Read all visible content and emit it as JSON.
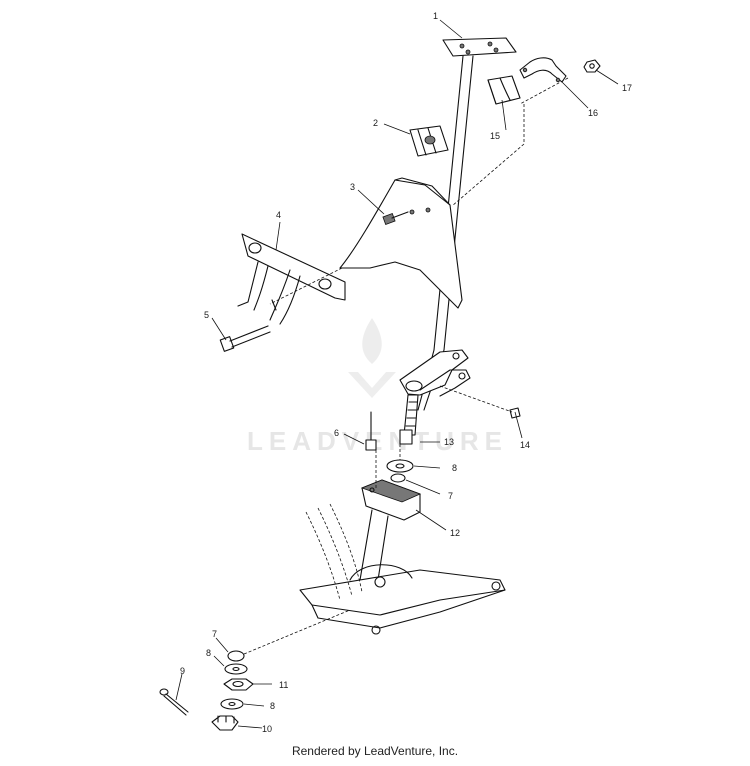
{
  "watermark": {
    "text": "LEADVENTURE"
  },
  "footer": {
    "text": "Rendered by LeadVenture, Inc."
  },
  "callouts": {
    "c1": "1",
    "c2": "2",
    "c3": "3",
    "c4": "4",
    "c5": "5",
    "c6": "6",
    "c7a": "7",
    "c7b": "7",
    "c8a": "8",
    "c8b": "8",
    "c8c": "8",
    "c9": "9",
    "c10": "10",
    "c11": "11",
    "c12": "12",
    "c13": "13",
    "c14": "14",
    "c15": "15",
    "c16": "16",
    "c17": "17"
  }
}
